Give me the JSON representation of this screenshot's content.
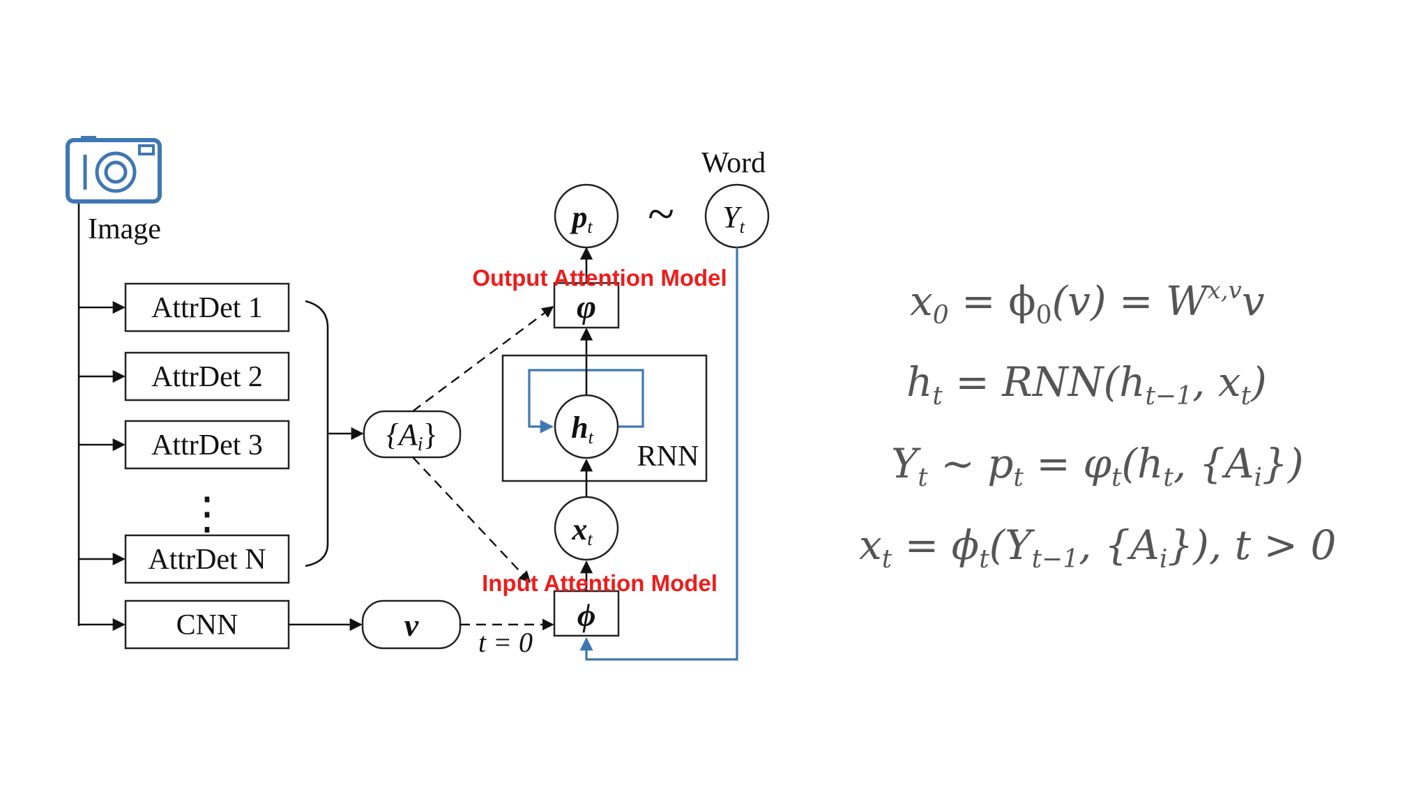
{
  "colors": {
    "accent_blue": "#3f77b3",
    "attention_red": "#ee1c1c",
    "ink": "#111111",
    "equation_gray": "#555555"
  },
  "icons": {
    "image": "camera-icon"
  },
  "diagram": {
    "image_label": "Image",
    "detectors": [
      "AttrDet 1",
      "AttrDet 2",
      "AttrDet 3",
      "AttrDet N"
    ],
    "ellipsis": "⋮",
    "cnn_label": "CNN",
    "attributes_node": "{A",
    "attributes_sub": "i",
    "attributes_close": "}",
    "v_node": "v",
    "t_zero": "t = 0",
    "phi_node": "ϕ",
    "varphi_node": "φ",
    "x_node": "x",
    "x_sub": "t",
    "h_node": "h",
    "h_sub": "t",
    "rnn_label": "RNN",
    "p_node": "p",
    "p_sub": "t",
    "tilde": "~",
    "y_node": "Y",
    "y_sub": "t",
    "word_label": "Word",
    "output_attention_label": "Output Attention Model",
    "input_attention_label": "Input Attention Model"
  },
  "equations": {
    "eq1": {
      "a": "x",
      "a_sub": "0",
      "b": " = ϕ",
      "b_sub": "0",
      "c": "(v) = W",
      "c_sup": "x,v",
      "d": "v"
    },
    "eq2": {
      "a": "h",
      "a_sub": "t",
      "b": " = RNN(h",
      "b_sub": "t−1",
      "c": ", x",
      "c_sub": "t",
      "d": ")"
    },
    "eq3": {
      "a": "Y",
      "a_sub": "t",
      "b": " ∼ p",
      "b_sub": "t",
      "c": " = φ",
      "c_sub": "t",
      "d": "(h",
      "d_sub": "t",
      "e": ", {A",
      "e_sub": "i",
      "f": "})"
    },
    "eq4": {
      "a": "x",
      "a_sub": "t",
      "b": " = ϕ",
      "b_sub": "t",
      "c": "(Y",
      "c_sub": "t−1",
      "d": ", {A",
      "d_sub": "i",
      "e": "}),  t > 0"
    }
  }
}
